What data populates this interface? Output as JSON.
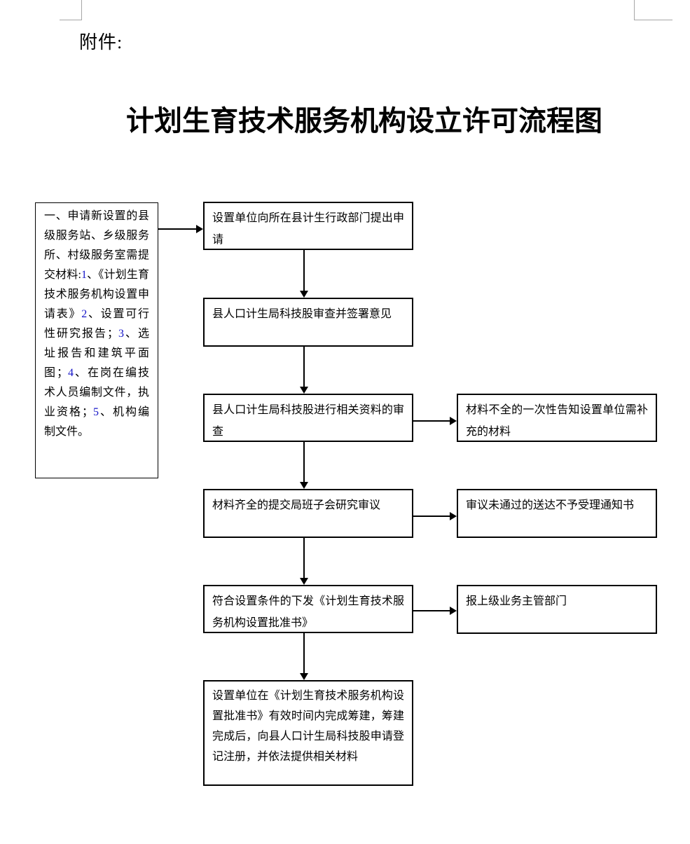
{
  "page": {
    "attachment_label": "附件:",
    "title": "计划生育技术服务机构设立许可流程图"
  },
  "colors": {
    "list_number_blue": "#1414c8",
    "box_border": "#000000",
    "crop_mark_gray": "#a6a6a6"
  },
  "flowchart": {
    "materials_note": {
      "full_text": "一、申请新设置的县级服务站、乡级服务所、村级服务室需提交材料:1、《计划生育技术服务机构设置申请表》2、设置可行性研究报告；3、选址报告和建筑平面图；4、在岗在编技术人员编制文件，执业资格；5、机构编制文件。",
      "parts": [
        {
          "t": "一、申请新设置的县级服务站、乡级服务所、村级服务室需提交材料:"
        },
        {
          "t": "1"
        },
        {
          "t": "、《计划生育技术服务机构设置申请表》"
        },
        {
          "t": "2"
        },
        {
          "t": "、设置可行性研究报告；"
        },
        {
          "t": "3"
        },
        {
          "t": "、选址报告和建筑平面图；"
        },
        {
          "t": "4"
        },
        {
          "t": "、在岗在编技术人员编制文件，执业资格；"
        },
        {
          "t": "5"
        },
        {
          "t": "、机构编制文件。"
        }
      ]
    },
    "steps": [
      {
        "text": "设置单位向所在县计生行政部门提出申请"
      },
      {
        "text": "县人口计生局科技股审查并签署意见"
      },
      {
        "text": "县人口计生局科技股进行相关资料的审查"
      },
      {
        "text": "材料齐全的提交局班子会研究审议"
      },
      {
        "text": "符合设置条件的下发《计划生育技术服务机构设置批准书》"
      },
      {
        "text": "设置单位在《计划生育技术服务机构设置批准书》有效时间内完成筹建，筹建完成后，向县人口计生局科技股申请登记注册，并依法提供相关材料"
      }
    ],
    "side_notes": [
      {
        "text": "材料不全的一次性告知设置单位需补充的材料"
      },
      {
        "text": "审议未通过的送达不予受理通知书"
      },
      {
        "text": "报上级业务主管部门"
      }
    ]
  }
}
